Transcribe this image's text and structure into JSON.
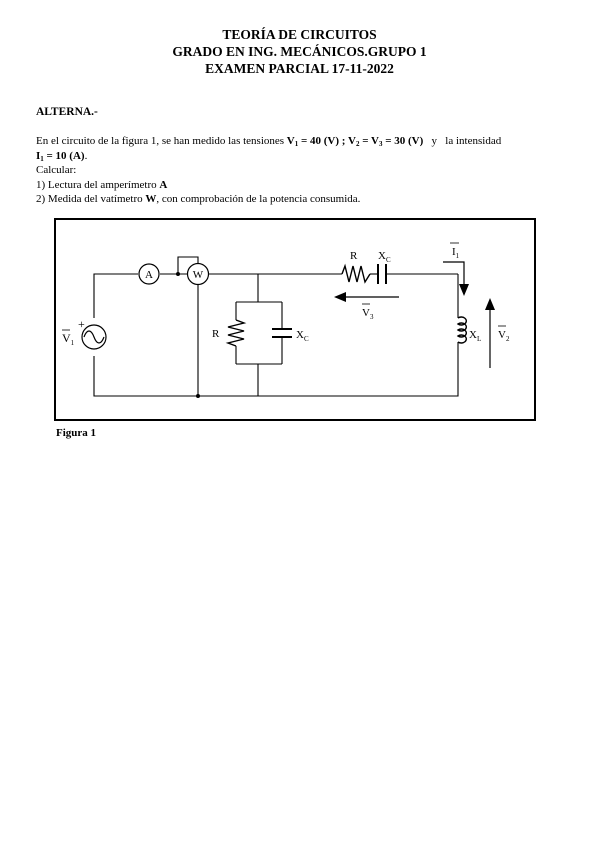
{
  "header": {
    "line1": "TEORÍA DE CIRCUITOS",
    "line2": "GRADO EN ING. MECÁNICOS.GRUPO 1",
    "line3": "EXAMEN PARCIAL 17-11-2022"
  },
  "section": {
    "title": "ALTERNA.-"
  },
  "statement": {
    "intro": "En el circuito de la figura 1, se han medido las tensiones ",
    "v1_sym": "V",
    "v1_sub": "1",
    "v1_val": " = 40 (V) ; ",
    "v2_sym": "V",
    "v2_sub": "2",
    "eq1": " = ",
    "v3_sym": "V",
    "v3_sub": "3",
    "v23_val": " = 30 (V)",
    "connector": "   y   la intensidad",
    "i1_sym": "I",
    "i1_sub": "1",
    "i1_val": " = 10 (A)",
    "i1_end": ".",
    "calc": "Calcular:",
    "q1": "1) Lectura del amperímetro ",
    "q1_bold": "A",
    "q2_a": "2) Medida del vatímetro ",
    "q2_bold": "W",
    "q2_b": ", con comprobación de la potencia consumida."
  },
  "figure": {
    "caption": "Figura 1",
    "labels": {
      "ammeter": "A",
      "wattmeter": "W",
      "source_v": "V",
      "source_sub": "1",
      "source_plus": "+",
      "r_parallel": "R",
      "xc_parallel": "X",
      "xc_parallel_sub": "C",
      "r_series": "R",
      "xc_series": "X",
      "xc_series_sub": "C",
      "v3": "V",
      "v3_sub": "3",
      "i1": "I",
      "i1_sub": "1",
      "xl": "X",
      "xl_sub": "L",
      "v2": "V",
      "v2_sub": "2"
    }
  }
}
